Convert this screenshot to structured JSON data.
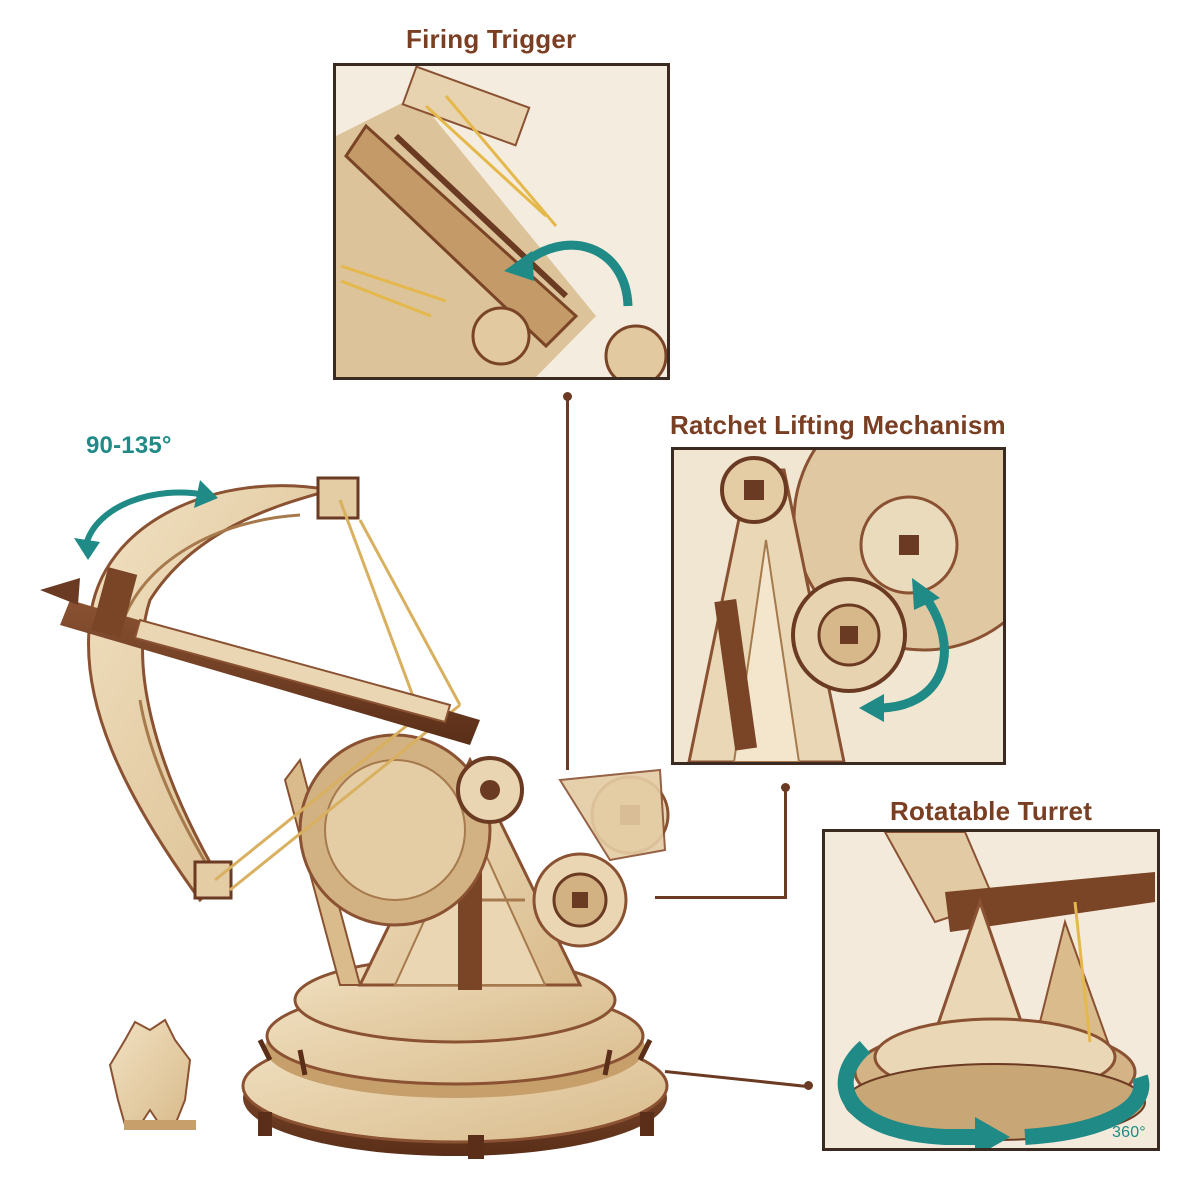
{
  "labels": {
    "firing_trigger": "Firing Trigger",
    "ratchet": "Ratchet Lifting Mechanism",
    "turret": "Rotatable Turret",
    "angle": "90-135°",
    "rotation": "360°"
  },
  "colors": {
    "brown_text": "#7a3e22",
    "teal": "#1f8a86",
    "wood_light": "#e8d4b0",
    "wood_dark": "#6b3a22",
    "frame": "#3a2a22"
  },
  "icons": {
    "angle_arrow": "curved-double-arrow-icon",
    "trigger_arrow": "curved-arrow-icon",
    "ratchet_arrow": "curved-arrow-icon",
    "turret_arrow": "circular-arrow-icon"
  }
}
